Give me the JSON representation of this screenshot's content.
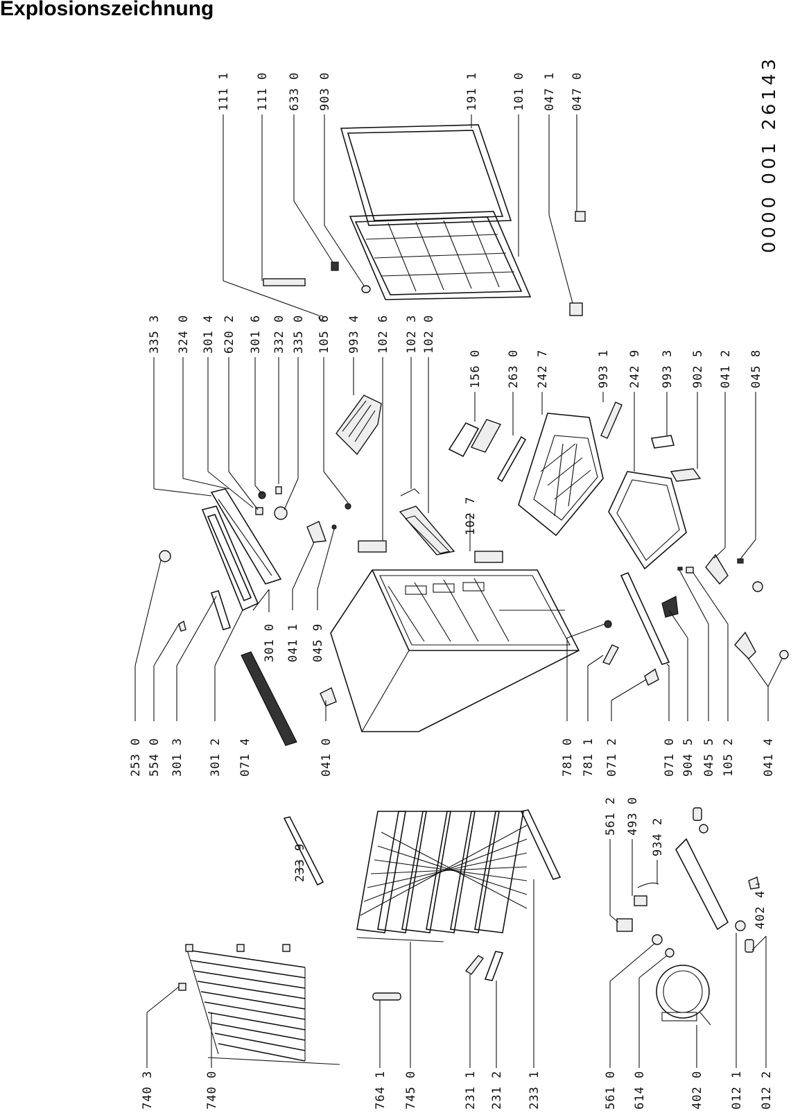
{
  "title": "Explosionszeichnung",
  "document_number": "0000 001 26143",
  "parts": {
    "p1111": "111 1",
    "p1110": "111 0",
    "p6330": "633 0",
    "p9030": "903 0",
    "p1911": "191 1",
    "p1010": "101 0",
    "p0471": "047 1",
    "p0470": "047 0",
    "p3353": "335 3",
    "p3240": "324 0",
    "p3014": "301 4",
    "p6202": "620 2",
    "p3016": "301 6",
    "p3320": "332 0",
    "p3350": "335 0",
    "p1056": "105 6",
    "p9934": "993 4",
    "p1026": "102 6",
    "p1023": "102 3",
    "p1020": "102 0",
    "p1560": "156 0",
    "p2630": "263 0",
    "p2427": "242 7",
    "p9931": "993 1",
    "p2429": "242 9",
    "p9933": "993 3",
    "p9025": "902 5",
    "p0412": "041 2",
    "p0458": "045 8",
    "p1027": "102 7",
    "p3010": "301 0",
    "p0411": "041 1",
    "p0459": "045 9",
    "p2530": "253 0",
    "p5540": "554 0",
    "p3013": "301 3",
    "p3012": "301 2",
    "p0714": "071 4",
    "p0410": "041 0",
    "p7810": "781 0",
    "p7811": "781 1",
    "p0712": "071 2",
    "p0710": "071 0",
    "p9045": "904 5",
    "p0455": "045 5",
    "p1052": "105 2",
    "p0414": "041 4",
    "p5612": "561 2",
    "p4930": "493 0",
    "p9342": "934 2",
    "p4024": "402 4",
    "p2339": "233 9",
    "p7403": "740 3",
    "p7400": "740 0",
    "p7641": "764 1",
    "p7450": "745 0",
    "p2311": "231 1",
    "p2312": "231 2",
    "p2331": "233 1",
    "p5610": "561 0",
    "p6140": "614 0",
    "p4020": "402 0",
    "p0121": "012 1",
    "p0122": "012 2"
  }
}
